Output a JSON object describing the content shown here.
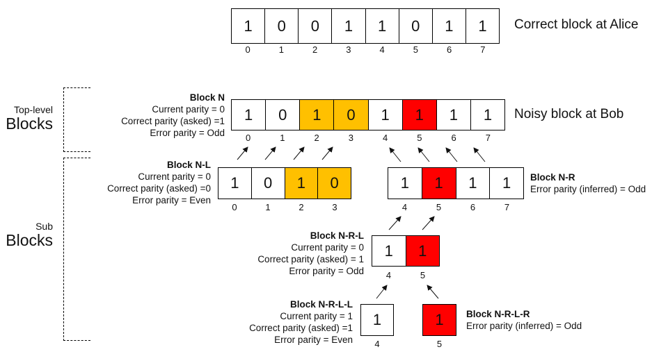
{
  "colors": {
    "highlight_yellow": "#FFC000",
    "highlight_red": "#FF0000",
    "cell_default": "#FFFFFF",
    "border": "#000000"
  },
  "side_labels": {
    "top_level": {
      "small": "Top-level",
      "big": "Blocks"
    },
    "sub": {
      "small": "Sub",
      "big": "Blocks"
    }
  },
  "alice": {
    "caption": "Correct block at Alice",
    "cells": [
      {
        "index": "0",
        "bit": "1",
        "state": "normal"
      },
      {
        "index": "1",
        "bit": "0",
        "state": "normal"
      },
      {
        "index": "2",
        "bit": "0",
        "state": "normal"
      },
      {
        "index": "3",
        "bit": "1",
        "state": "normal"
      },
      {
        "index": "4",
        "bit": "1",
        "state": "normal"
      },
      {
        "index": "5",
        "bit": "0",
        "state": "normal"
      },
      {
        "index": "6",
        "bit": "1",
        "state": "normal"
      },
      {
        "index": "7",
        "bit": "1",
        "state": "normal"
      }
    ]
  },
  "bob": {
    "caption": "Noisy block at Bob",
    "title": "Block  N",
    "lines": [
      "Current parity = 0",
      "Correct parity (asked) =1",
      "Error parity = Odd"
    ],
    "cells": [
      {
        "index": "0",
        "bit": "1",
        "state": "normal"
      },
      {
        "index": "1",
        "bit": "0",
        "state": "normal"
      },
      {
        "index": "2",
        "bit": "1",
        "state": "yellow"
      },
      {
        "index": "3",
        "bit": "0",
        "state": "yellow"
      },
      {
        "index": "4",
        "bit": "1",
        "state": "normal"
      },
      {
        "index": "5",
        "bit": "1",
        "state": "red"
      },
      {
        "index": "6",
        "bit": "1",
        "state": "normal"
      },
      {
        "index": "7",
        "bit": "1",
        "state": "normal"
      }
    ]
  },
  "block_nl": {
    "title": "Block  N-L",
    "lines": [
      "Current parity = 0",
      "Correct parity (asked) =0",
      "Error parity = Even"
    ],
    "cells": [
      {
        "index": "0",
        "bit": "1",
        "state": "normal"
      },
      {
        "index": "1",
        "bit": "0",
        "state": "normal"
      },
      {
        "index": "2",
        "bit": "1",
        "state": "yellow"
      },
      {
        "index": "3",
        "bit": "0",
        "state": "yellow"
      }
    ]
  },
  "block_nr": {
    "title": "Block N-R",
    "lines": [
      "Error parity (inferred) = Odd"
    ],
    "cells": [
      {
        "index": "4",
        "bit": "1",
        "state": "normal"
      },
      {
        "index": "5",
        "bit": "1",
        "state": "red"
      },
      {
        "index": "6",
        "bit": "1",
        "state": "normal"
      },
      {
        "index": "7",
        "bit": "1",
        "state": "normal"
      }
    ]
  },
  "block_nrl": {
    "title": "Block N-R-L",
    "lines": [
      "Current parity = 0",
      "Correct parity (asked) = 1",
      "Error parity = Odd"
    ],
    "cells": [
      {
        "index": "4",
        "bit": "1",
        "state": "normal"
      },
      {
        "index": "5",
        "bit": "1",
        "state": "red"
      }
    ]
  },
  "block_nrll": {
    "title": "Block N-R-L-L",
    "lines": [
      "Current parity = 1",
      "Correct parity (asked) =1",
      "Error parity = Even"
    ],
    "cells": [
      {
        "index": "4",
        "bit": "1",
        "state": "normal"
      }
    ]
  },
  "block_nrlr": {
    "title": "Block N-R-L-R",
    "lines": [
      "Error parity (inferred) = Odd"
    ],
    "cells": [
      {
        "index": "5",
        "bit": "1",
        "state": "red"
      }
    ]
  }
}
